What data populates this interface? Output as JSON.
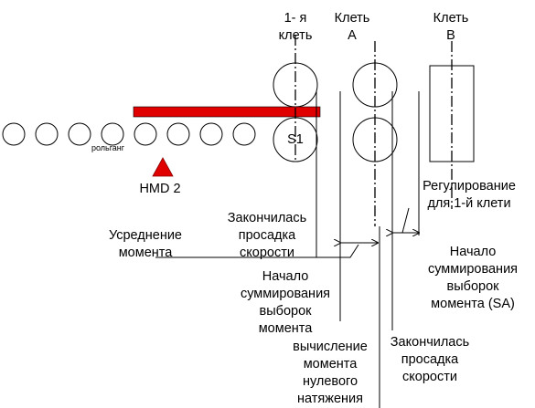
{
  "stands": {
    "first_stand_label": "1- я\nклеть",
    "stand_a_label": "Клеть\nА",
    "stand_b_label": "Клеть\nВ",
    "s1_label": "S1"
  },
  "roller_table": {
    "label": "рольганг"
  },
  "sensor": {
    "label": "HMD 2",
    "color": "#e00000"
  },
  "strip": {
    "color": "#e00000"
  },
  "annotations": {
    "torque_averaging": "Усреднение\nмомента",
    "speed_drop_finished_1": "Закончилась\nпросадка\nскорости",
    "start_sum_samples": "Начало\nсуммирования\nвыборок\nмомента",
    "zero_tension_torque": "вычисление\nмомента\nнулевого\nнатяжения",
    "speed_drop_finished_2": "Закончилась\nпросадка\nскорости",
    "regulation_first_stand": "Регулирование\nдля 1-й клети",
    "start_sum_samples_sa": "Начало\nсуммирования\nвыборок\nмомента (SA)"
  }
}
